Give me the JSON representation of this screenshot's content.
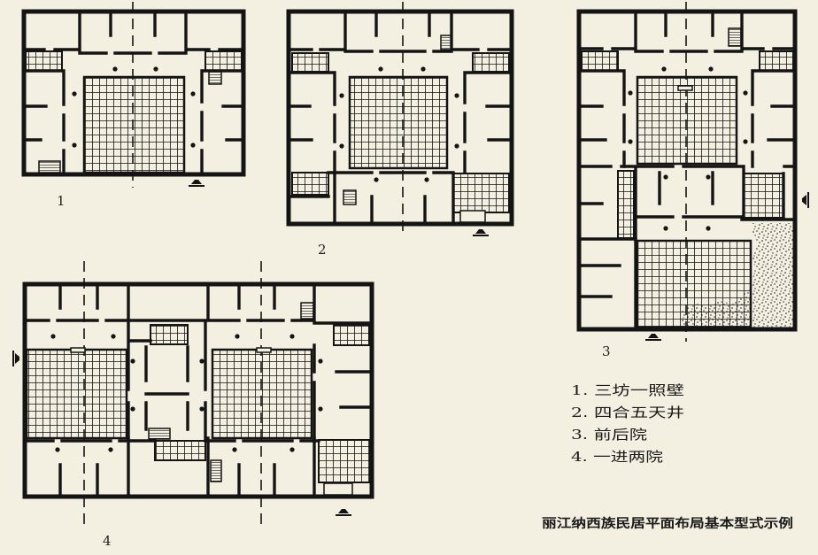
{
  "plans": [
    {
      "label": "1"
    },
    {
      "label": "2"
    },
    {
      "label": "3"
    },
    {
      "label": "4"
    }
  ],
  "legend": [
    "1. 三坊一照壁",
    "2. 四合五天井",
    "3. 前后院",
    "4. 一进两院"
  ],
  "caption": "丽江纳西族民居平面布局基本型式示例",
  "colors": {
    "paper": "#f3efe1",
    "ink": "#141414"
  }
}
